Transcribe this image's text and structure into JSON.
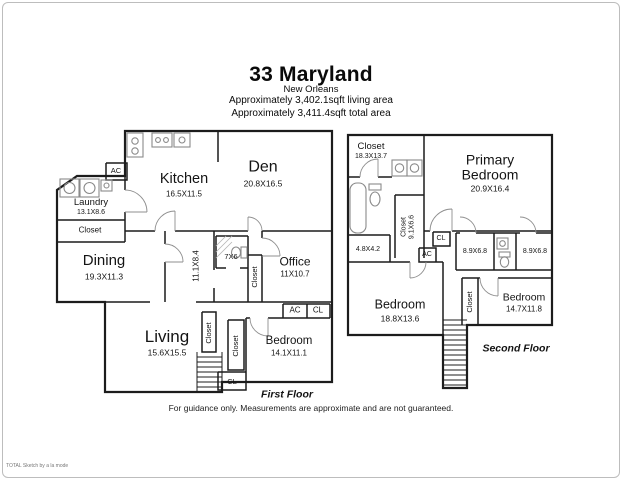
{
  "header": {
    "title": "33 Maryland",
    "subtitle": "New Orleans",
    "living_area": "Approximately 3,402.1sqft living area",
    "total_area": "Approximately 3,411.4sqft total area"
  },
  "first_floor": {
    "floor_label": "First Floor",
    "ac_upper": "AC",
    "kitchen": {
      "name": "Kitchen",
      "dims": "16.5X11.5"
    },
    "den": {
      "name": "Den",
      "dims": "20.8X16.5"
    },
    "laundry": {
      "name": "Laundry",
      "dims": "13.1X8.6"
    },
    "laundry_closet": "Closet",
    "dining": {
      "name": "Dining",
      "dims": "19.3X11.3"
    },
    "hall_dims": "11.1X8.4",
    "bath_dims": "7X6",
    "office_closet": "Closet",
    "office": {
      "name": "Office",
      "dims": "11X10.7"
    },
    "ac_box": "AC",
    "cl_box": "CL",
    "living": {
      "name": "Living",
      "dims": "15.6X15.5"
    },
    "closet_a": "Closet",
    "closet_b": "Closet",
    "bedroom": {
      "name": "Bedroom",
      "dims": "14.1X11.1"
    },
    "cl_bottom": "CL"
  },
  "second_floor": {
    "floor_label": "Second Floor",
    "top_closet": {
      "name": "Closet",
      "dims": "18.3X13.7"
    },
    "primary": {
      "name_line1": "Primary",
      "name_line2": "Bedroom",
      "dims": "20.9X16.4"
    },
    "hall_closet": {
      "name": "Closet",
      "dims": "9.1X6.6"
    },
    "small_room_dims": "4.8X4.2",
    "cl_box": "CL",
    "ac_box": "AC",
    "closet_left_dims": "8.9X6.8",
    "closet_right_dims": "8.9X6.8",
    "bedroom_left": {
      "name": "Bedroom",
      "dims": "18.8X13.6"
    },
    "bedroom_right": {
      "name": "Bedroom",
      "dims": "14.7X11.8"
    },
    "closet_strip": "Closet"
  },
  "footer": {
    "disclaimer": "For guidance only. Measurements are approximate and are not guaranteed.",
    "watermark": "TOTAL Sketch by a la mode"
  },
  "colors": {
    "wall": "#1c1c1c",
    "fixture": "#8a8a8a",
    "background": "#ffffff"
  }
}
